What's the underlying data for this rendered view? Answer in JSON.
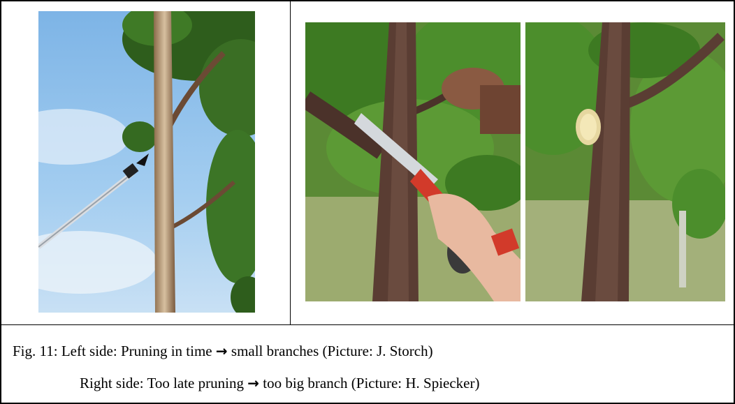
{
  "figure": {
    "caption_line1": {
      "before": "Fig. 11: Left side: Pruning in time",
      "arrow": "→",
      "after": "small branches (Picture: J. Storch)"
    },
    "caption_line2": {
      "before": "Right side: Too late pruning",
      "arrow": "→",
      "after": "too big branch (Picture: H. Spiecker)"
    }
  },
  "colors": {
    "sky": "#8fc0ea",
    "foliage": "#2f6b1f",
    "grass": "#9cab6f",
    "bark": "#5a3d33",
    "saw_red": "#d23a2a"
  }
}
